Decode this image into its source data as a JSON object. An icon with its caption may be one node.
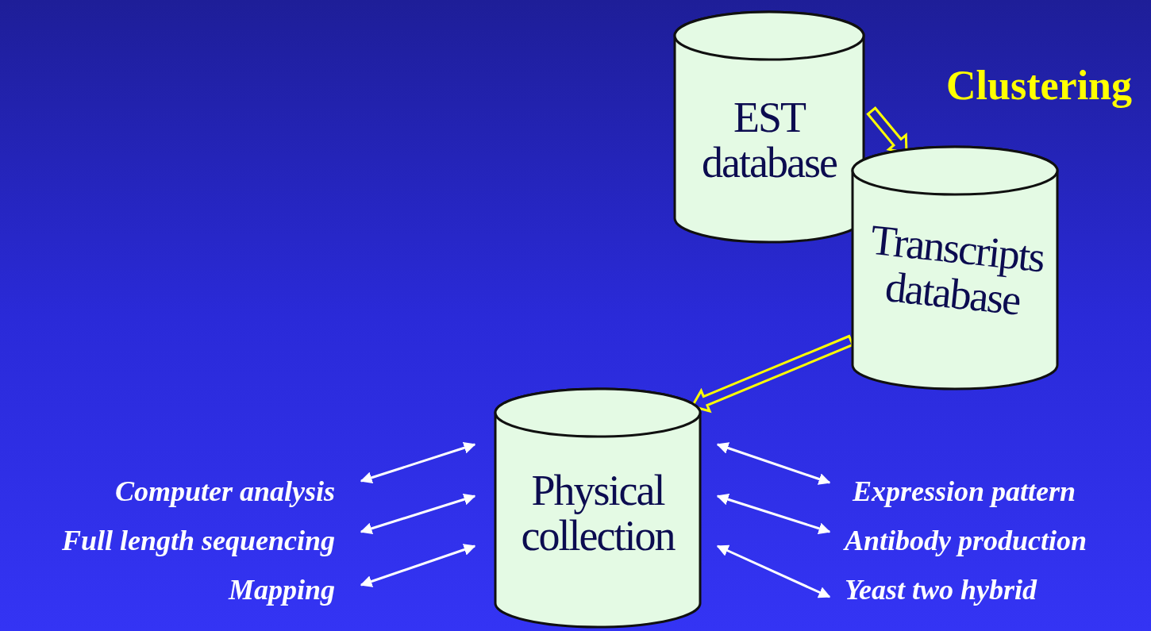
{
  "diagram": {
    "nodes": [
      {
        "text": [
          "EST database"
        ]
      },
      {
        "text": [
          "Transcripts database"
        ]
      },
      {
        "text": [
          "Physical collection"
        ]
      },
      {
        "text": [
          "Computer analysis"
        ]
      },
      {
        "text": [
          "Full length sequencing"
        ]
      },
      {
        "text": [
          "Mapping"
        ]
      },
      {
        "text": [
          "Expression pattern"
        ]
      },
      {
        "text": [
          "Antibody production"
        ]
      },
      {
        "text": [
          "Yeast two hybrid"
        ]
      }
    ],
    "edges": [
      {
        "from": 0,
        "to": 1,
        "arrow": "to",
        "style": "thick",
        "color": "#ffff00"
      },
      {
        "from": 1,
        "to": 2,
        "arrow": "to",
        "style": "thick",
        "color": "#ffff00"
      },
      {
        "from": 3,
        "to": 2,
        "arrow": "both"
      },
      {
        "from": 4,
        "to": 2,
        "arrow": "both"
      },
      {
        "from": 5,
        "to": 2,
        "arrow": "both"
      },
      {
        "from": 2,
        "to": 6,
        "arrow": "both"
      },
      {
        "from": 2,
        "to": 7,
        "arrow": "both"
      },
      {
        "from": 2,
        "to": 8,
        "arrow": "both"
      }
    ],
    "labels": [
      "Clustering"
    ]
  }
}
